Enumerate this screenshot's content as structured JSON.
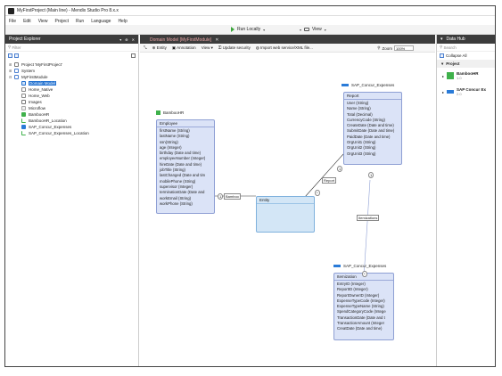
{
  "window": {
    "title": "MyFirstProject (Main line) - Mendix Studio Pro 8.x.x"
  },
  "menu": [
    "File",
    "Edit",
    "View",
    "Project",
    "Run",
    "Language",
    "Help"
  ],
  "toolbar": {
    "run_label": "Run Locally",
    "view_label": "View"
  },
  "project_explorer": {
    "header": "Project Explorer",
    "filter_placeholder": "Filter",
    "tree": [
      {
        "label": "Project 'MyFirstProject'",
        "icon": "project-icon",
        "exp": "⊞"
      },
      {
        "label": "System",
        "icon": "module-icon",
        "exp": "⊞"
      },
      {
        "label": "MyFirstModule",
        "icon": "module-icon",
        "exp": "⊟"
      },
      {
        "label": "Domain Model",
        "icon": "domain-model-icon",
        "selected": true
      },
      {
        "label": "Home_Native",
        "icon": "page-icon"
      },
      {
        "label": "Home_Web",
        "icon": "page-icon"
      },
      {
        "label": "Images",
        "icon": "images-icon"
      },
      {
        "label": "Microflow",
        "icon": "microflow-icon"
      },
      {
        "label": "BambooHR",
        "icon": "bamboohr-icon"
      },
      {
        "label": "BambooHR_Location",
        "icon": "location-icon"
      },
      {
        "label": "SAP_Concur_Expenses",
        "icon": "sap-icon"
      },
      {
        "label": "SAP_Concur_Expenses_Location",
        "icon": "location-icon"
      }
    ]
  },
  "editor": {
    "tab_title": "Domain Model [MyFirstModule]",
    "toolbar": {
      "entity": "Entity",
      "annotation": "Annotation",
      "view": "View",
      "update_security": "Update security",
      "import_ws": "Import web service/XML file...",
      "zoom_label": "Zoom",
      "zoom_value": "100%"
    },
    "entities": {
      "employee": {
        "source": "BambooHR",
        "name": "Employee",
        "attributes": [
          "firstName (String)",
          "lastName (String)",
          "ssn(String)",
          "age (Integer)",
          "birthday (Date and time)",
          "employeeNumber (Integer)",
          "hireDate (Date and time)",
          "jobTitle (String)",
          "lastChanged (Date and tim",
          "mobilePhone (String)",
          "supervisor (Integer)",
          "terminationDate (Date and",
          "workEmail (String)",
          "workPhone (String)"
        ]
      },
      "report": {
        "source": "SAP_Concur_Expenses",
        "name": "Report",
        "attributes": [
          "User (String)",
          "Name (String)",
          "Total (Decimal)",
          "CurrencyCode (String)",
          "CreateDate (Date and time)",
          "SubmitDate (Date and time)",
          "PaidDate (Date and time)",
          "OrgUnit1 (String)",
          "OrgUnit2 (String)",
          "OrgUnit3 (String)"
        ]
      },
      "entity": {
        "name": "Entity"
      },
      "itemization": {
        "source": "SAP_Concur_Expenses",
        "name": "Itemization",
        "attributes": [
          "EntryID (Integer)",
          "ReportID (Integer)",
          "ReportOwnerID (Integer)",
          "ExpenseTypeCode (Integer)",
          "ExpenseTypeName (String)",
          "SpendCategoryCode (Intege",
          "TransactionDate (Date and t",
          "TransactionAmount (Integer",
          "CreatDate (Date and time)"
        ]
      }
    },
    "associations": {
      "bamboo": "Bamboo",
      "report": "Report",
      "itemizations": "Itemizations"
    },
    "multiplicity": {
      "one": "1",
      "many": "*"
    }
  },
  "data_hub": {
    "header": "Data Hub",
    "search_placeholder": "Search",
    "collapse_all": "Collapse All",
    "section": "Project",
    "items": [
      {
        "name": "BambooHR",
        "version": "1.0"
      },
      {
        "name": "SAP Concur Ex",
        "version": "2.0"
      }
    ]
  }
}
